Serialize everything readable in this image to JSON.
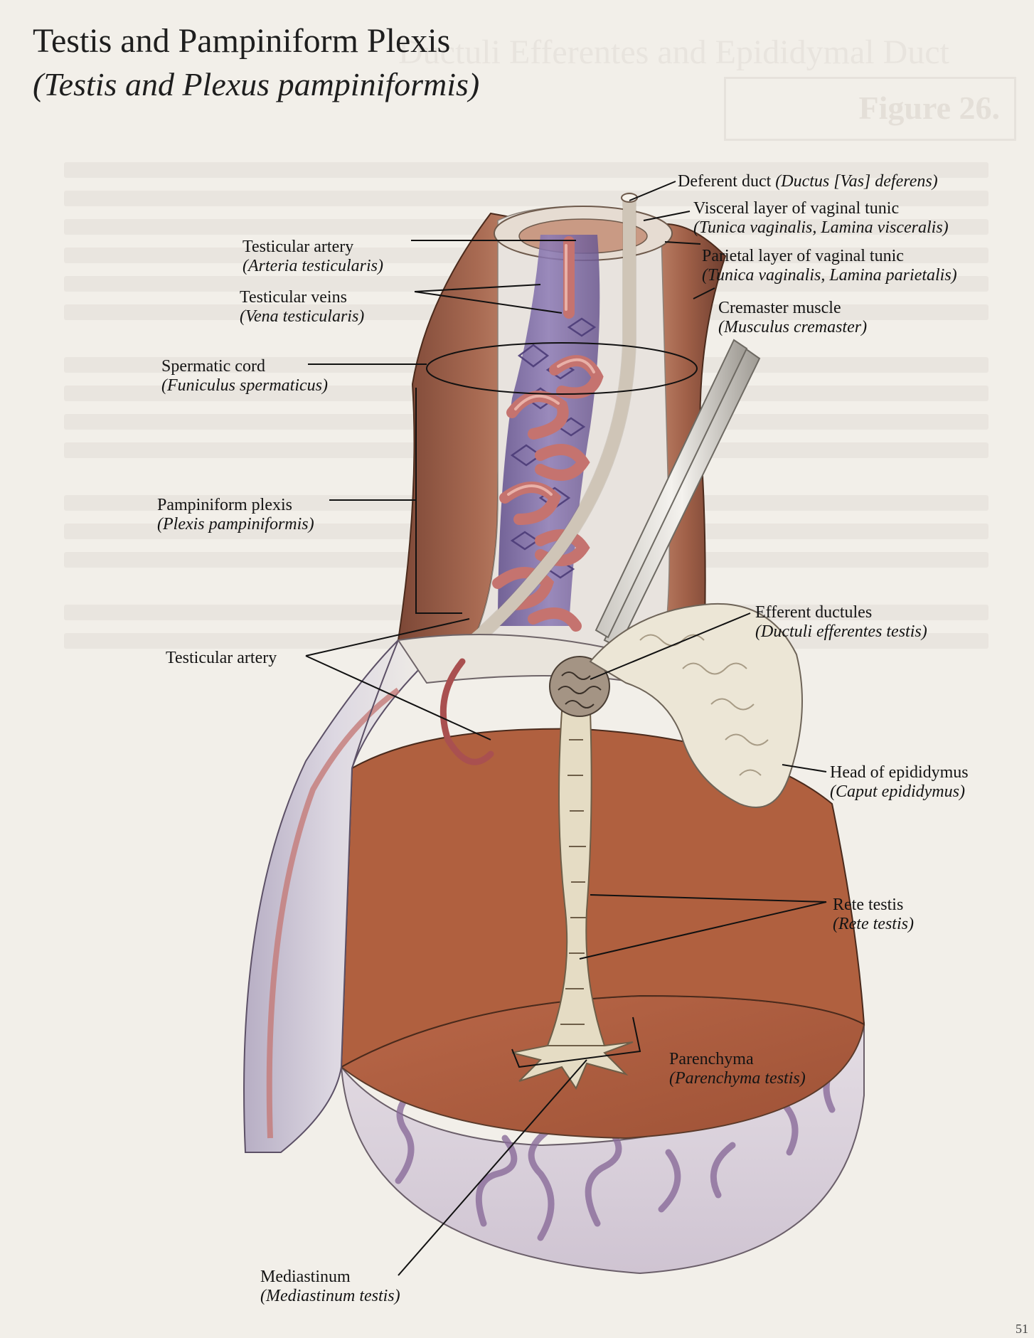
{
  "page": {
    "title": "Testis and Pampiniform Plexis",
    "subtitle": "(Testis and Plexus pampiniformis)",
    "page_number": "51"
  },
  "colors": {
    "muscle": "#a86a52",
    "parenchyma": "#a95a3c",
    "tunic": "#ddd8e2",
    "artery": "#c97a74",
    "vein": "#7e6aa8",
    "epididymis": "#ece6d6",
    "background": "#f2efe9"
  },
  "labels": {
    "deferent_duct": {
      "en": "Deferent duct",
      "la": "(Ductus [Vas] deferens)"
    },
    "visceral_layer": {
      "en": "Visceral layer of vaginal tunic",
      "la": "(Tunica vaginalis, Lamina visceralis)"
    },
    "parietal_layer": {
      "en": "Parietal layer of vaginal tunic",
      "la": "(Tunica vaginalis, Lamina parietalis)"
    },
    "cremaster": {
      "en": "Cremaster muscle",
      "la": "(Musculus cremaster)"
    },
    "testicular_artery_top": {
      "en": "Testicular artery",
      "la": "(Arteria testicularis)"
    },
    "testicular_veins": {
      "en": "Testicular veins",
      "la": "(Vena testicularis)"
    },
    "spermatic_cord": {
      "en": "Spermatic cord",
      "la": "(Funiculus spermaticus)"
    },
    "pampiniform": {
      "en": "Pampiniform plexis",
      "la": "(Plexis pampiniformis)"
    },
    "testicular_artery_bottom": {
      "en": "Testicular artery"
    },
    "efferent": {
      "en": "Efferent ductules",
      "la": "(Ductuli efferentes testis)"
    },
    "head_epididymus": {
      "en": "Head of epididymus",
      "la": "(Caput epididymus)"
    },
    "rete": {
      "en": "Rete testis",
      "la": "(Rete testis)"
    },
    "parenchyma": {
      "en": "Parenchyma",
      "la": "(Parenchyma testis)"
    },
    "mediastinum": {
      "en": "Mediastinum",
      "la": "(Mediastinum testis)"
    }
  },
  "ghost_text": {
    "figure_heading": "Figure 26.",
    "page_heading": "Ductuli Efferentes and Epididymal Duct"
  }
}
